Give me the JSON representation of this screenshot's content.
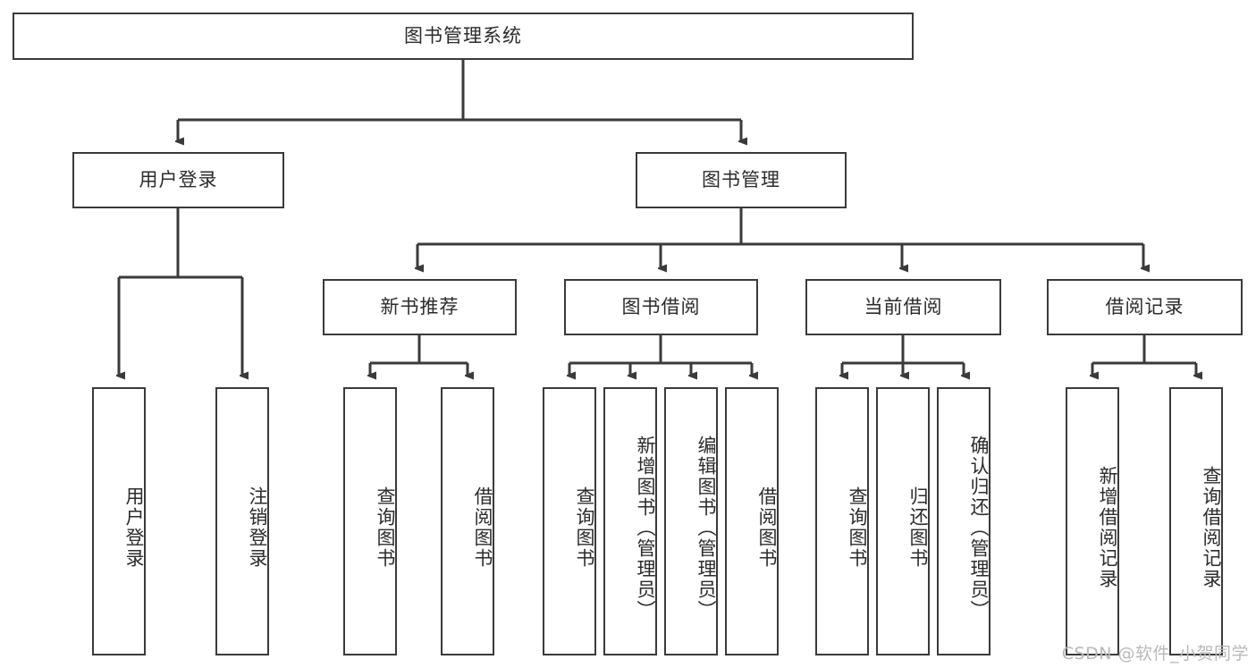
{
  "diagram": {
    "title": "图书管理系统",
    "type": "hierarchy-tree",
    "colors": {
      "stroke": "#3a3a3a",
      "text": "#2b2b2b",
      "background": "#ffffff",
      "watermark": "#b9b9b9"
    },
    "root": {
      "label": "图书管理系统"
    },
    "level2": [
      {
        "label": "用户登录"
      },
      {
        "label": "图书管理"
      }
    ],
    "level3": [
      {
        "label": "新书推荐"
      },
      {
        "label": "图书借阅"
      },
      {
        "label": "当前借阅"
      },
      {
        "label": "借阅记录"
      }
    ],
    "leaves": {
      "user_login": [
        {
          "label": "用户登录"
        },
        {
          "label": "注销登录"
        }
      ],
      "new_book_recommend": [
        {
          "label": "查询图书"
        },
        {
          "label": "借阅图书"
        }
      ],
      "book_borrow": [
        {
          "label": "查询图书"
        },
        {
          "label": "新增图书（管理员）"
        },
        {
          "label": "编辑图书（管理员）"
        },
        {
          "label": "借阅图书"
        }
      ],
      "current_borrow": [
        {
          "label": "查询图书"
        },
        {
          "label": "归还图书"
        },
        {
          "label": "确认归还（管理员）"
        }
      ],
      "borrow_record": [
        {
          "label": "新增借阅记录"
        },
        {
          "label": "查询借阅记录"
        }
      ]
    }
  },
  "watermark": {
    "text": "CSDN @软件_小贺同学"
  }
}
